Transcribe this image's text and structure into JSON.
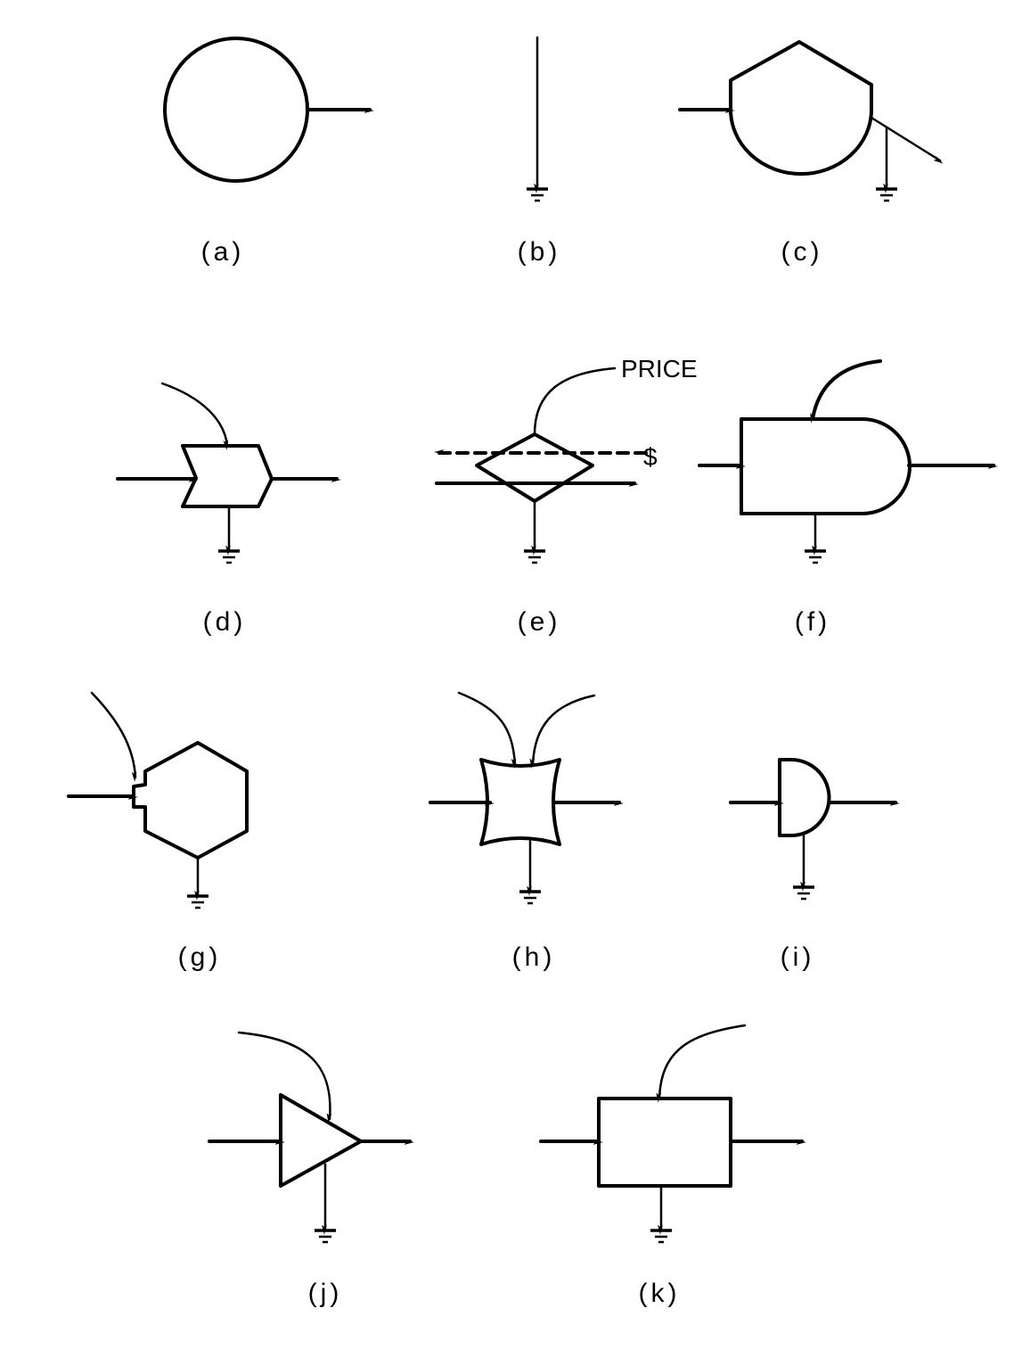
{
  "labels": {
    "a": "(a)",
    "b": "(b)",
    "c": "(c)",
    "d": "(d)",
    "e": "(e)",
    "f": "(f)",
    "g": "(g)",
    "h": "(h)",
    "i": "(i)",
    "j": "(j)",
    "k": "(k)"
  },
  "annotations": {
    "price": "PRICE",
    "dollar": "$"
  }
}
